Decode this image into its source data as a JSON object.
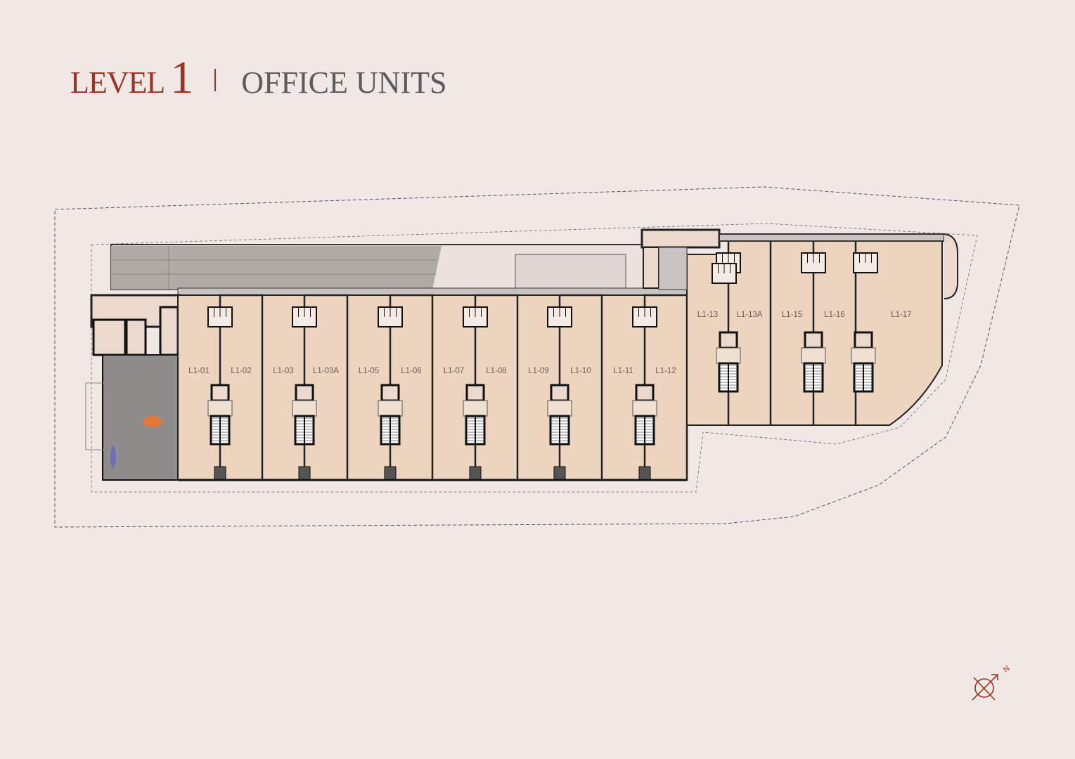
{
  "header": {
    "level_word": "LEVEL",
    "level_number": "1",
    "subtitle": "OFFICE UNITS"
  },
  "units": {
    "west": [
      "L1-01",
      "L1-02",
      "L1-03",
      "L1-03A",
      "L1-05",
      "L1-06",
      "L1-07",
      "L1-08",
      "L1-09",
      "L1-10",
      "L1-11",
      "L1-12"
    ],
    "east": [
      "L1-13",
      "L1-13A",
      "L1-15",
      "L1-16",
      "L1-17"
    ]
  },
  "compass": {
    "label": "N"
  },
  "colors": {
    "background": "#f0e8e5",
    "unit_fill": "#ecd4bf",
    "accent": "#9c3424",
    "lobby": "#8f8d8c",
    "walls": "#2a2a2a"
  }
}
